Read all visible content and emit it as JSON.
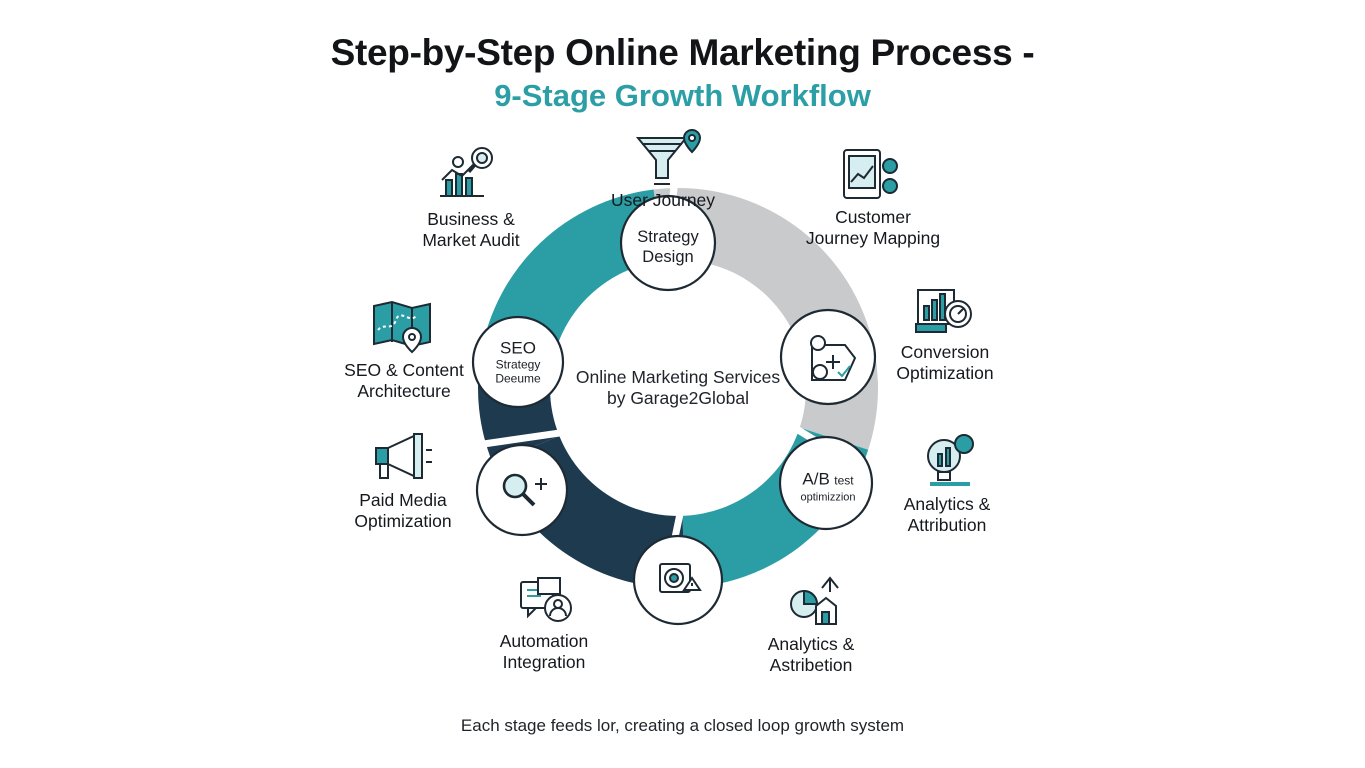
{
  "title": {
    "line1": "Step-by-Step Online Marketing Process -",
    "line2": "9-Stage Growth Workflow"
  },
  "center": {
    "line1": "Online Marketing Services",
    "line2": "by Garage2Global"
  },
  "ring_nodes": {
    "top": {
      "line1": "Strategy",
      "line2": "Design"
    },
    "left": {
      "line1": "SEO",
      "line2": "Strategy",
      "line3": "Deeume"
    },
    "right_lower": {
      "line1": "A/B",
      "line1b": "test",
      "line2": "optimizzion"
    }
  },
  "stages": [
    {
      "id": "business",
      "line1": "Business &",
      "line2": "Market Audit",
      "icon": "chart-magnifier-icon"
    },
    {
      "id": "journey",
      "line1": "User Journey",
      "icon": "funnel-pin-icon"
    },
    {
      "id": "customer",
      "line1": "Customer",
      "line2": "Journey Mapping",
      "icon": "tablet-chart-icon"
    },
    {
      "id": "conversion",
      "line1": "Conversion",
      "line2": "Optimization",
      "icon": "chart-gauge-icon"
    },
    {
      "id": "analytics1",
      "line1": "Analytics &",
      "line2": "Attribution",
      "icon": "bulb-coin-icon"
    },
    {
      "id": "analytics2",
      "line1": "Analytics &",
      "line2": "Astribetion",
      "icon": "house-growth-icon"
    },
    {
      "id": "automation",
      "line1": "Automation",
      "line2": "Integration",
      "icon": "chat-user-icon"
    },
    {
      "id": "paid",
      "line1": "Paid Media",
      "line2": "Optimization",
      "icon": "megaphone-icon"
    },
    {
      "id": "seo",
      "line1": "SEO & Content",
      "line2": "Architecture",
      "icon": "map-pin-icon"
    }
  ],
  "footer": "Each stage feeds lor, creating a closed loop growth system",
  "colors": {
    "teal": "#2b9ea5",
    "navy": "#1e3a4f",
    "gray": "#c8cacc",
    "accent": "#2c9fa6"
  }
}
